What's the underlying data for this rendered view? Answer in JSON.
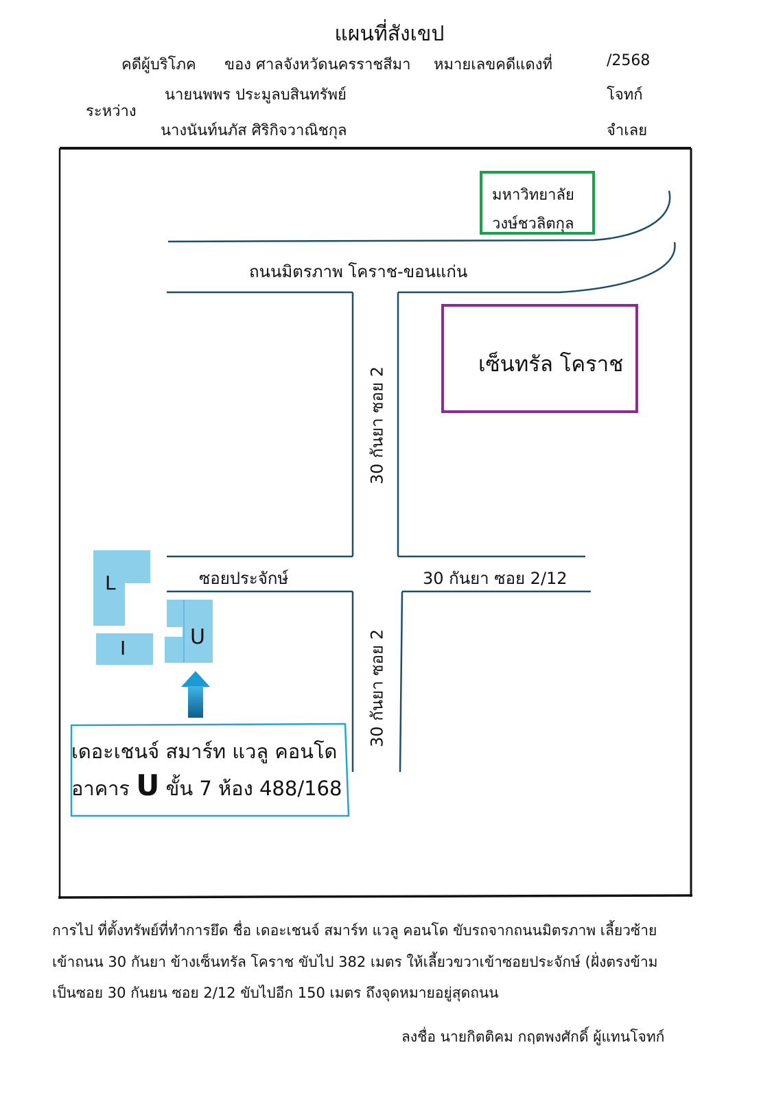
{
  "header": {
    "title": "แผนที่สังเขป",
    "case_type": "คดีผู้บริโภค",
    "court": "ของ ศาลจังหวัดนครราชสีมา",
    "case_no_label": "หมายเลขคดีแดงที่",
    "case_no": "/2568",
    "between_label": "ระหว่าง",
    "plaintiff_name": "นายนพพร  ประมูลบสินทรัพย์",
    "plaintiff_role": "โจทก์",
    "defendant_name": "นางนันท์นภัส ศิริกิจวาณิชกุล",
    "defendant_role": "จำเลย"
  },
  "map": {
    "university_line1": "มหาวิทยาลัย",
    "university_line2": "วงษ์ชวลิตกุล",
    "main_road": "ถนนมิตรภาพ โคราช-ขอนแก่น",
    "central_mall": "เซ็นทรัล โคราช",
    "road_upper": "30 กันยา ซอย 2",
    "road_lower": "30 กันยา ซอย 2",
    "soi_left": "ซอยประจักษ์",
    "soi_right": "30 กันยา ซอย 2/12",
    "building_L": "L",
    "building_I": "I",
    "building_U": "U",
    "condo_name": "เดอะเชนจ์ สมาร์ท แวลู คอนโด",
    "condo_building_prefix": "อาคาร",
    "condo_building_letter": "U",
    "condo_building_suffix": "ขั้น 7 ห้อง 488/168",
    "colors": {
      "road": "#1f4e6b",
      "university_box": "#16a34a",
      "mall_box": "#8e2b93",
      "building": "#8ccfea",
      "condo_box": "#2aa3cc",
      "arrow": "#1b8ccc"
    }
  },
  "directions": {
    "line1": "การไป ที่ตั้งทรัพย์ที่ทำการยึด ชื่อ เดอะเชนจ์ สมาร์ท แวลู คอนโด ขับรถจากถนนมิตรภาพ เลี้ยวซ้าย",
    "line2": "เข้าถนน 30 กันยา ข้างเซ็นทรัล โคราช ขับไป 382 เมตร ให้เลี้ยวขวาเข้าซอยประจักษ์ (ฝั่งตรงข้าม",
    "line3": "เป็นซอย 30 กันยน ซอย 2/12 ขับไปอีก 150 เมตร ถึงจุดหมายอยู่สุดถนน"
  },
  "signature": "ลงชื่อ  นายกิตติคม กฤตพงศักดิ์  ผู้แทนโจทก์"
}
